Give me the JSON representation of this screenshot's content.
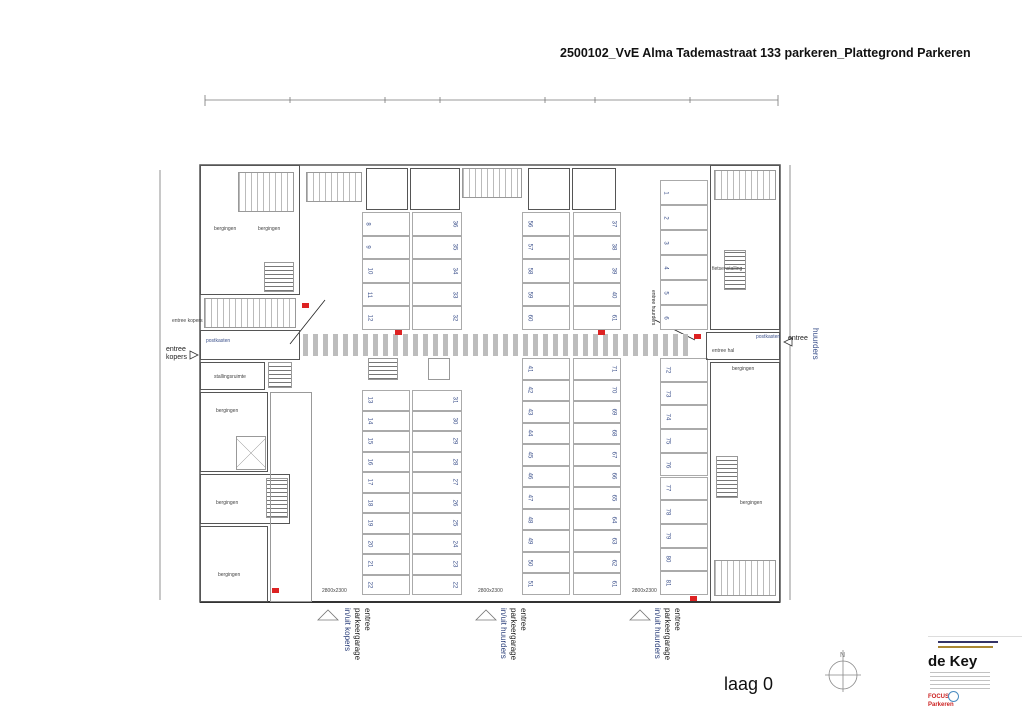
{
  "document": {
    "title": "2500102_VvE Alma Tademastraat 133 parkeren_Plattegrond Parkeren",
    "level_label": "laag 0"
  },
  "plan": {
    "entrance_buyers": "entree kopers",
    "entrance_tenants": "entree",
    "tenants_label": "huurders",
    "entrance_tenants_note": "entree huurders",
    "entrance_buyers_note": "entree kopers",
    "left_rooms": [
      "bergingen",
      "bergingen",
      "postkasten",
      "stallingsruimte",
      "bergingen",
      "bergingen",
      "bergingen"
    ],
    "right_rooms": [
      "fietsenstalling",
      "postkasten",
      "entree hal",
      "bergingen",
      "bergingen"
    ],
    "garage_entrances": [
      {
        "line1": "entree",
        "line2": "parkeergarage",
        "line3": "in/uit kopers",
        "door": "2800x2300"
      },
      {
        "line1": "entree",
        "line2": "parkeergarage",
        "line3": "in/uit huurders",
        "door": "2800x2300"
      },
      {
        "line1": "entree",
        "line2": "parkeergarage",
        "line3": "in/uit huurders",
        "door": "2800x2300"
      }
    ],
    "stall_columns": [
      {
        "upper": [
          "8",
          "9",
          "10",
          "11",
          "12"
        ],
        "lower": [
          "13",
          "14",
          "15",
          "16",
          "17",
          "18",
          "19",
          "20",
          "21",
          "22"
        ]
      },
      {
        "upper": [
          "36",
          "35",
          "34",
          "33",
          "32"
        ],
        "lower": [
          "31",
          "30",
          "29",
          "28",
          "27",
          "26",
          "25",
          "24",
          "23",
          "22"
        ]
      },
      {
        "upper": [
          "56",
          "57",
          "58",
          "59",
          "60"
        ],
        "lower": [
          "41",
          "42",
          "43",
          "44",
          "45",
          "46",
          "47",
          "48",
          "49",
          "50",
          "51"
        ]
      },
      {
        "upper": [
          "37",
          "38",
          "39",
          "40",
          "61"
        ],
        "lower": [
          "71",
          "70",
          "69",
          "68",
          "67",
          "66",
          "65",
          "64",
          "63",
          "62",
          "61"
        ]
      },
      {
        "upper": [
          "1",
          "2",
          "3",
          "4",
          "5",
          "6"
        ],
        "lower": [
          "72",
          "73",
          "74",
          "75",
          "76",
          "77",
          "78",
          "79",
          "80",
          "81"
        ]
      }
    ]
  },
  "title_block": {
    "client": "de Key",
    "logo_text": "FOCUS Parkeren"
  }
}
